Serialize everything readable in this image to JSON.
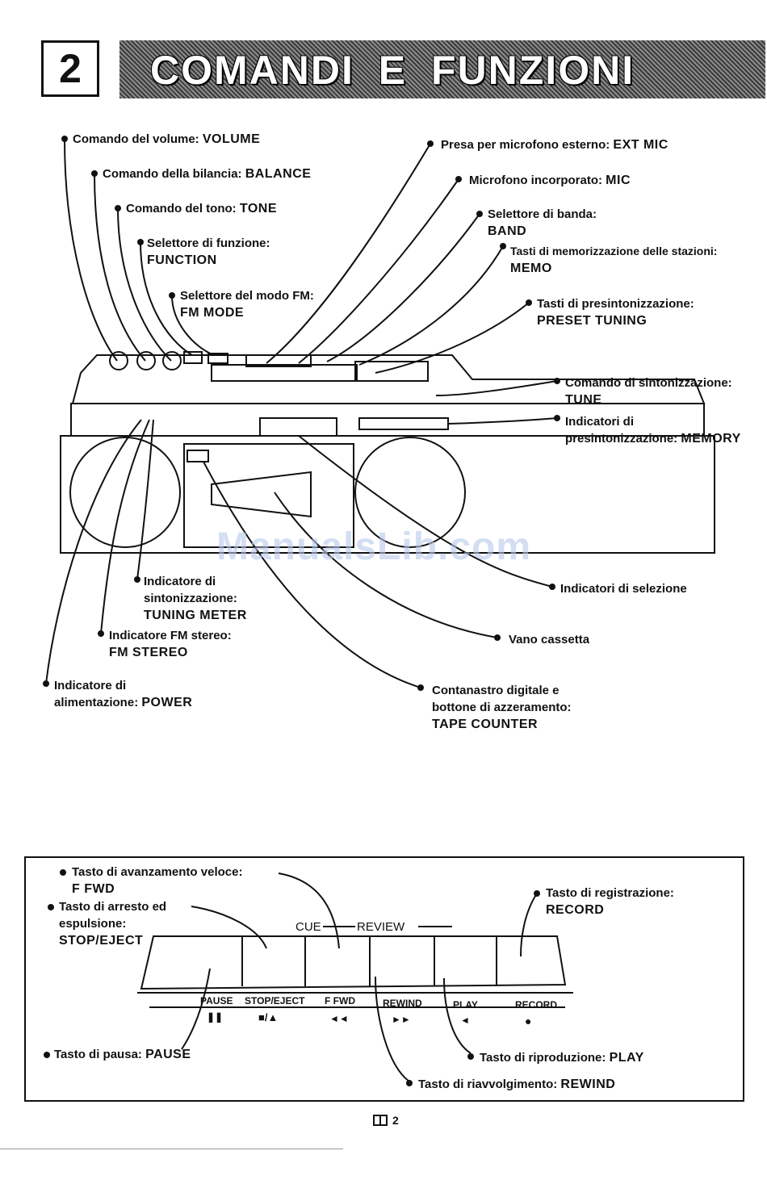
{
  "header": {
    "number": "2",
    "title": "COMANDI E FUNZIONI"
  },
  "labels": {
    "volume": {
      "desc": "Comando del volume:",
      "code": "VOLUME"
    },
    "balance": {
      "desc": "Comando della bilancia:",
      "code": "BALANCE"
    },
    "tone": {
      "desc": "Comando del tono:",
      "code": "TONE"
    },
    "function": {
      "desc": "Selettore di funzione:",
      "code": "FUNCTION"
    },
    "fm_mode": {
      "desc": "Selettore del modo FM:",
      "code": "FM MODE"
    },
    "ext_mic": {
      "desc": "Presa per microfono esterno:",
      "code": "EXT MIC"
    },
    "mic": {
      "desc": "Microfono incorporato:",
      "code": "MIC"
    },
    "band": {
      "desc": "Selettore di banda:",
      "code": "BAND"
    },
    "memo": {
      "desc": "Tasti di memorizzazione delle stazioni:",
      "code": "MEMO"
    },
    "preset": {
      "desc": "Tasti di presintonizzazione:",
      "code": "PRESET TUNING"
    },
    "tune": {
      "desc": "Comando di sintonizzazione:",
      "code": "TUNE"
    },
    "memory": {
      "desc1": "Indicatori di",
      "desc2": "presintonizzazione:",
      "code": "MEMORY"
    },
    "selection": {
      "desc": "Indicatori di selezione"
    },
    "cassette": {
      "desc": "Vano cassetta"
    },
    "counter": {
      "desc1": "Contanastro digitale e",
      "desc2": "bottone di azzeramento:",
      "code": "TAPE COUNTER"
    },
    "tuning_meter": {
      "desc1": "Indicatore di",
      "desc2": "sintonizzazione:",
      "code": "TUNING METER"
    },
    "fm_stereo": {
      "desc": "Indicatore FM stereo:",
      "code": "FM STEREO"
    },
    "power": {
      "desc1": "Indicatore di",
      "desc2": "alimentazione:",
      "code": "POWER"
    }
  },
  "keys_panel": {
    "ffwd": {
      "desc": "Tasto di avanzamento veloce:",
      "code": "F FWD"
    },
    "stop": {
      "desc1": "Tasto di arresto ed",
      "desc2": "espulsione:",
      "code": "STOP/EJECT"
    },
    "record": {
      "desc": "Tasto di registrazione:",
      "code": "RECORD"
    },
    "pause": {
      "desc": "Tasto di pausa:",
      "code": "PAUSE"
    },
    "play": {
      "desc": "Tasto di riproduzione:",
      "code": "PLAY"
    },
    "rewind": {
      "desc": "Tasto di riavvolgimento:",
      "code": "REWIND"
    },
    "cue": "CUE",
    "review": "REVIEW",
    "key_labels": [
      "PAUSE",
      "STOP/EJECT",
      "F FWD",
      "REWIND",
      "PLAY",
      "RECORD"
    ],
    "key_symbols": [
      "❚❚",
      "■/▲",
      "◄◄",
      "►►",
      "◄",
      "●"
    ]
  },
  "watermark": "ManualsLib.com",
  "page_number": "2"
}
